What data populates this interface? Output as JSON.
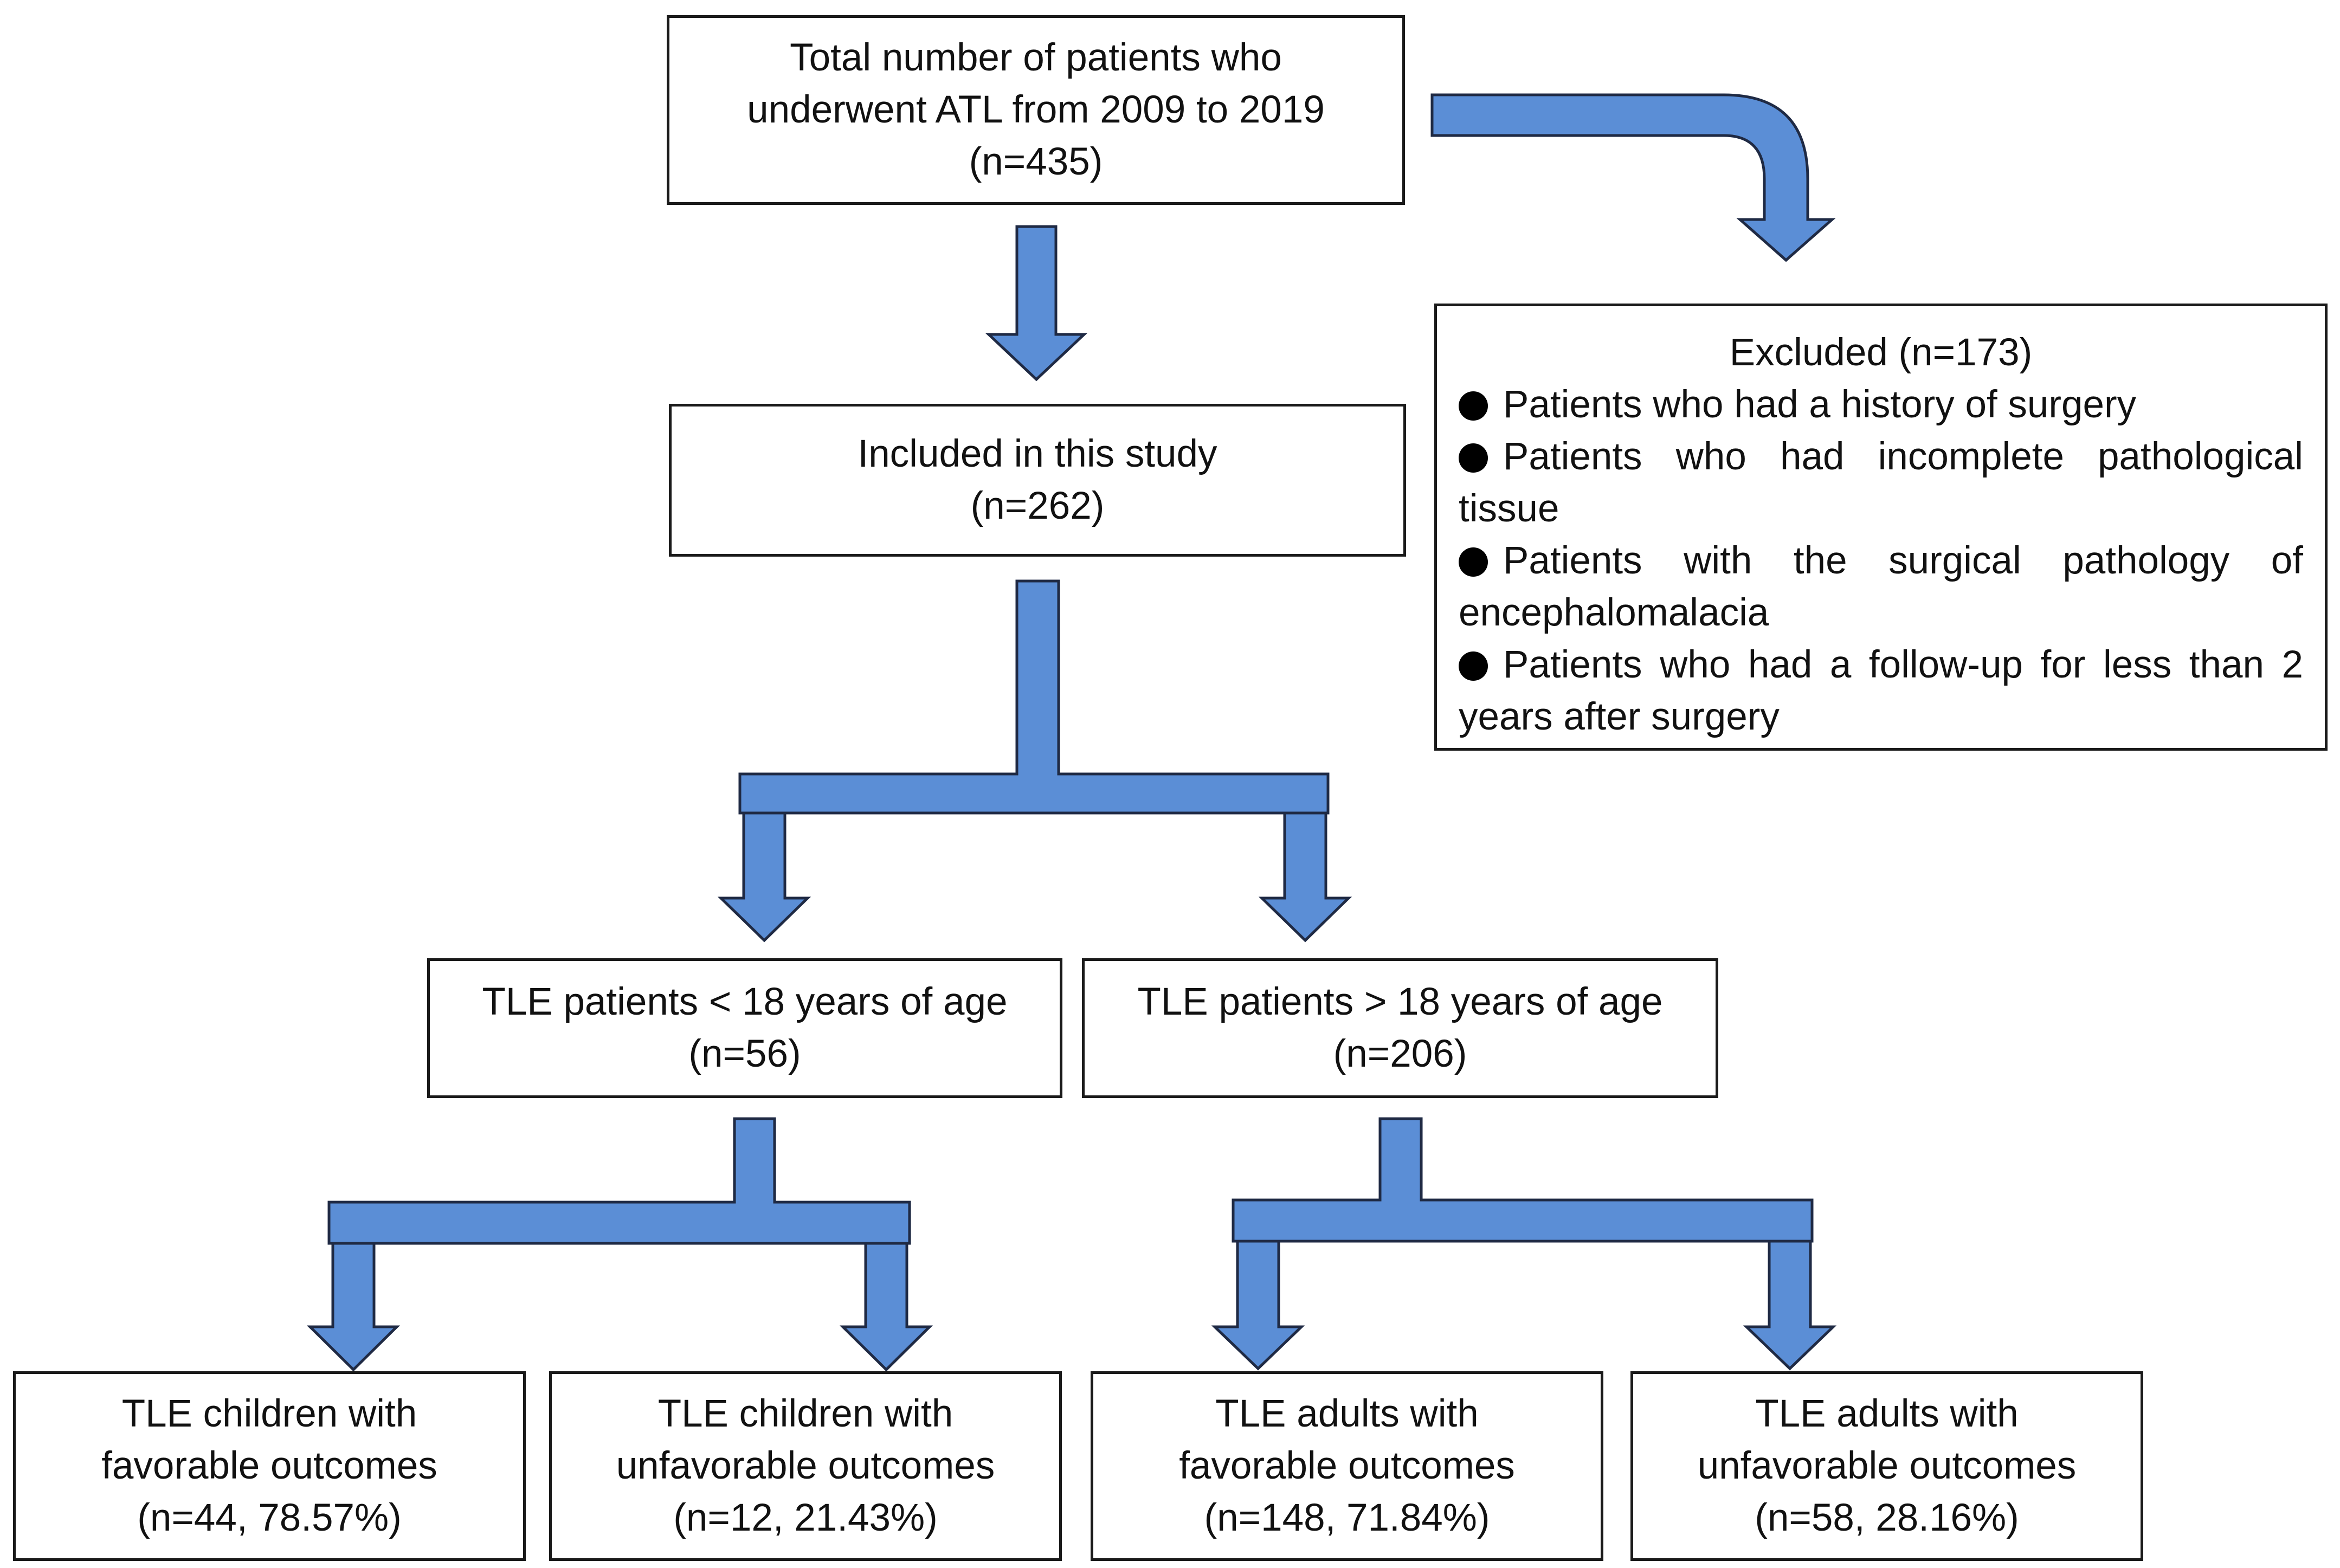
{
  "colors": {
    "arrow_fill": "#5B8ED6",
    "arrow_stroke": "#1f2a44",
    "box_border": "#1a1a1a"
  },
  "boxes": {
    "total": {
      "line1": "Total number of patients who",
      "line2": "underwent ATL from 2009 to 2019",
      "line3": "(n=435)"
    },
    "included": {
      "line1": "Included in this study",
      "line2": "(n=262)"
    },
    "excluded": {
      "title": "Excluded (n=173)",
      "items": [
        "Patients who had a history of surgery",
        "Patients who had incomplete pathological tissue",
        "Patients with the surgical pathology of encephalomalacia",
        "Patients who had a follow-up for less than 2 years after surgery"
      ]
    },
    "under18": {
      "line1": "TLE patients < 18 years of age",
      "line2": "(n=56)"
    },
    "over18": {
      "line1": "TLE patients > 18 years of age",
      "line2": "(n=206)"
    },
    "children_favorable": {
      "line1": "TLE children with",
      "line2": "favorable outcomes",
      "line3": "(n=44, 78.57%)"
    },
    "children_unfavorable": {
      "line1": "TLE children with",
      "line2": "unfavorable outcomes",
      "line3": "(n=12, 21.43%)"
    },
    "adults_favorable": {
      "line1": "TLE adults with",
      "line2": "favorable outcomes",
      "line3": "(n=148, 71.84%)"
    },
    "adults_unfavorable": {
      "line1": "TLE adults with",
      "line2": "unfavorable outcomes",
      "line3": "(n=58, 28.16%)"
    }
  }
}
